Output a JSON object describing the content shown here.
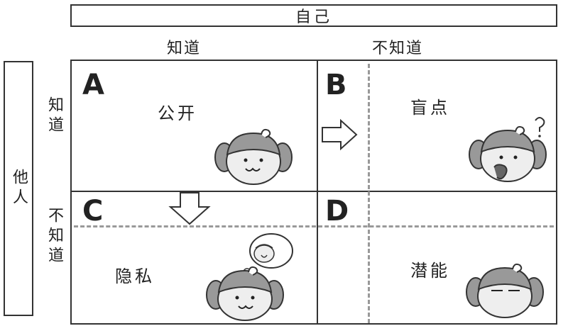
{
  "header": {
    "self_label": "自己"
  },
  "columns": {
    "known_label": "知道",
    "unknown_label": "不知道"
  },
  "side": {
    "others_label": "他人"
  },
  "rows": {
    "known_label": "知道",
    "unknown_label": "不知道"
  },
  "quadrants": {
    "a": {
      "letter": "A",
      "label": "公开"
    },
    "b": {
      "letter": "B",
      "label": "盲点"
    },
    "c": {
      "letter": "C",
      "label": "隐私"
    },
    "d": {
      "letter": "D",
      "label": "潜能"
    }
  },
  "colors": {
    "line": "#333333",
    "dashed": "#999999",
    "face": "#eeeeee",
    "hair": "#999999"
  },
  "icons": {
    "arrow_right": "arrow-right-icon",
    "arrow_down": "arrow-down-icon",
    "question": "question-mark-icon"
  }
}
